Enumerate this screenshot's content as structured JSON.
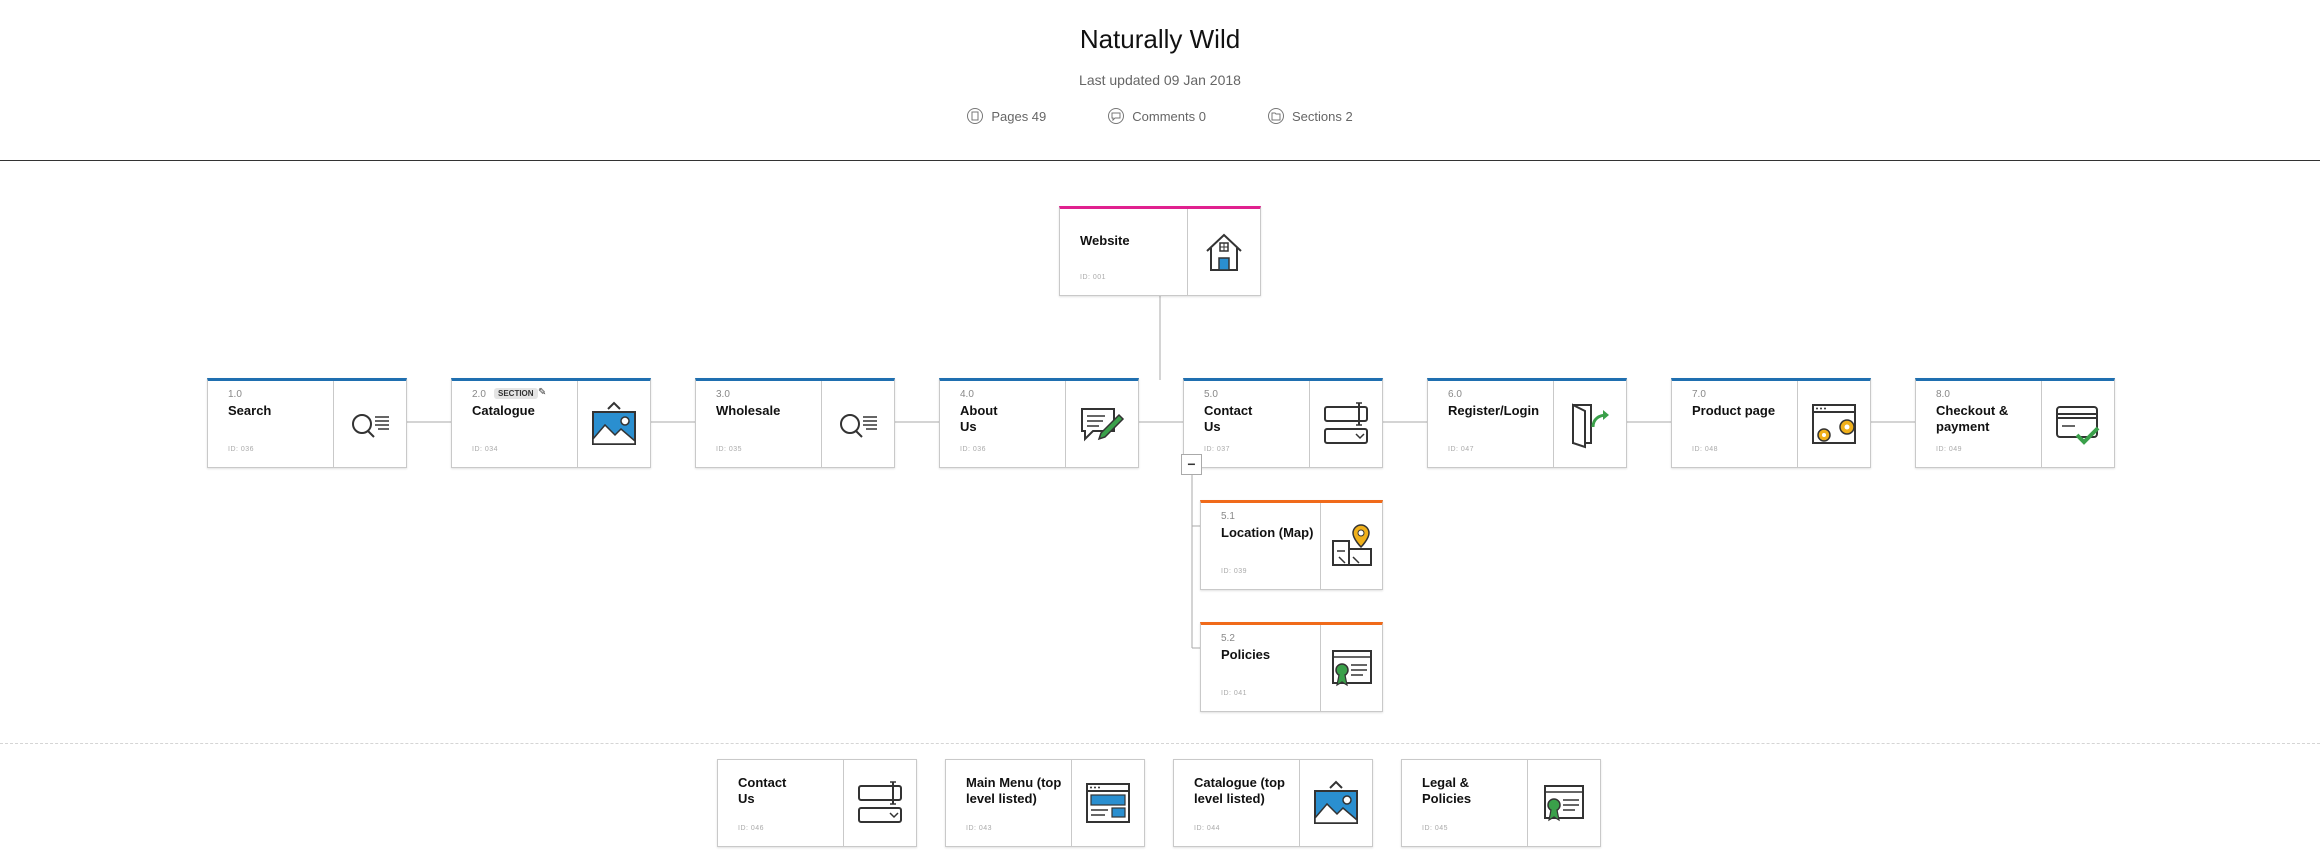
{
  "header": {
    "title": "Naturally Wild",
    "updated": "Last updated 09 Jan 2018",
    "stats": [
      {
        "label": "Pages 49",
        "icon": "pages-icon"
      },
      {
        "label": "Comments 0",
        "icon": "comments-icon"
      },
      {
        "label": "Sections 2",
        "icon": "sections-icon"
      }
    ]
  },
  "root": {
    "name": "Website",
    "id": "ID: 001",
    "icon": "house-icon"
  },
  "level1": [
    {
      "num": "1.0",
      "name": "Search",
      "id": "ID: 036",
      "icon": "search-icon"
    },
    {
      "num": "2.0",
      "name": "Catalogue",
      "id": "ID: 034",
      "icon": "image-icon",
      "badge": "SECTION"
    },
    {
      "num": "3.0",
      "name": "Wholesale",
      "id": "ID: 035",
      "icon": "search-icon"
    },
    {
      "num": "4.0",
      "name": "About Us",
      "id": "ID: 036",
      "icon": "chat-icon"
    },
    {
      "num": "5.0",
      "name": "Contact Us",
      "id": "ID: 037",
      "icon": "form-icon"
    },
    {
      "num": "6.0",
      "name": "Register/Login",
      "id": "ID: 047",
      "icon": "door-icon"
    },
    {
      "num": "7.0",
      "name": "Product page",
      "id": "ID: 048",
      "icon": "settings-window-icon"
    },
    {
      "num": "8.0",
      "name": "Checkout & payment",
      "id": "ID: 049",
      "icon": "credit-card-icon"
    }
  ],
  "level2": [
    {
      "num": "5.1",
      "name": "Location (Map)",
      "id": "ID: 039",
      "icon": "map-pin-icon"
    },
    {
      "num": "5.2",
      "name": "Policies",
      "id": "ID: 041",
      "icon": "certificate-icon"
    }
  ],
  "sections": [
    {
      "name": "Contact Us",
      "id": "ID: 046",
      "icon": "form-icon"
    },
    {
      "name": "Main Menu (top level listed)",
      "id": "ID: 043",
      "icon": "window-icon"
    },
    {
      "name": "Catalogue (top level listed)",
      "id": "ID: 044",
      "icon": "image-icon"
    },
    {
      "name": "Legal & Policies",
      "id": "ID: 045",
      "icon": "certificate-icon"
    }
  ],
  "collapse_label": "−",
  "colors": {
    "root": "#e0208f",
    "level1": "#1f6fb0",
    "level2": "#f06a1a",
    "accent_blue": "#2a8fd0",
    "accent_green": "#3aa04a",
    "accent_yellow": "#f0b01a"
  }
}
